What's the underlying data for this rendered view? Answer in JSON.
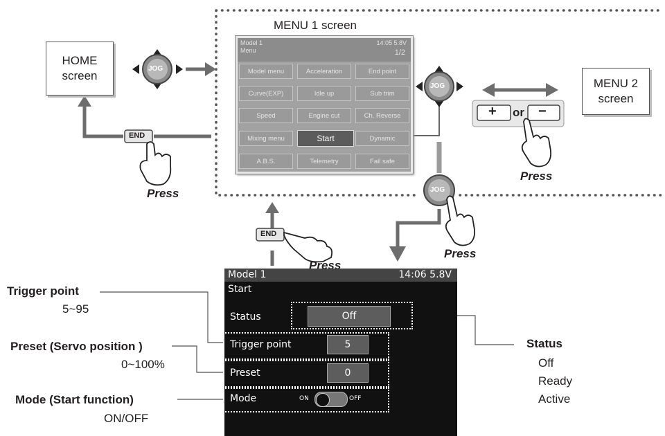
{
  "home_box": {
    "text": "HOME\nscreen"
  },
  "menu2_box": {
    "text": "MENU 2\nscreen"
  },
  "menu1_title": "MENU 1 screen",
  "jog_label": "JOG",
  "end_label": "END",
  "press_label": "Press",
  "plus_or_minus": {
    "plus": "+",
    "or": "or",
    "minus": "−"
  },
  "menu1": {
    "model": "Model 1",
    "menu": "Menu",
    "time": "14:05 5.8V",
    "page": "1/2",
    "cells": [
      [
        "Model menu",
        "Acceleration",
        "End point"
      ],
      [
        "Curve(EXP)",
        "Idle up",
        "Sub trim"
      ],
      [
        "Speed",
        "Engine cut",
        "Ch. Reverse"
      ],
      [
        "Mixing menu",
        "Start",
        "Dynamic"
      ],
      [
        "A.B.S.",
        "Telemetry",
        "Fail safe"
      ]
    ]
  },
  "start_screen": {
    "model": "Model 1",
    "time": "14:06 5.8V",
    "title": "Start",
    "status_label": "Status",
    "status_value": "Off",
    "trigger_label": "Trigger point",
    "trigger_value": "5",
    "preset_label": "Preset",
    "preset_value": "0",
    "mode_label": "Mode",
    "toggle_on": "ON",
    "toggle_off": "OFF"
  },
  "left_annotations": {
    "trigger": {
      "title": "Trigger point",
      "range": "5~95"
    },
    "preset": {
      "title": "Preset (Servo position )",
      "range": "0~100%"
    },
    "mode": {
      "title": "Mode (Start function)",
      "range": "ON/OFF"
    }
  },
  "right_annotation": {
    "title": "Status",
    "values": [
      "Off",
      "Ready",
      "Active"
    ]
  }
}
